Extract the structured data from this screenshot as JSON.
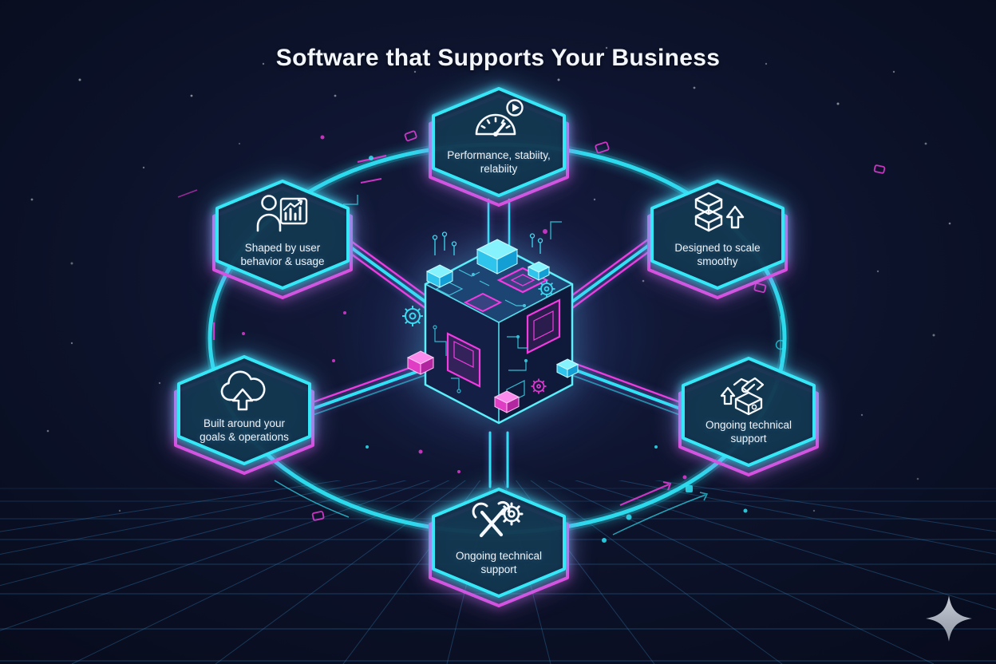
{
  "title": "Software that Supports Your Business",
  "colors": {
    "background": "#0a0f24",
    "neon_cyan": "#36e7f7",
    "neon_magenta": "#ee3cdd",
    "text": "#eef3fa"
  },
  "center": {
    "illustration": "isometric-circuit-cube"
  },
  "logo": {
    "icon": "sparkle-icon"
  },
  "nodes": [
    {
      "id": "performance",
      "icon": "speedometer-icon",
      "line1": "Performance, stabiity,",
      "line2": "relabiity"
    },
    {
      "id": "user-behavior",
      "icon": "user-analytics-icon",
      "line1": "Shaped by user",
      "line2": "behavior & usage"
    },
    {
      "id": "scalability",
      "icon": "stacked-boxes-icon",
      "line1": "Designed to scale",
      "line2": "smoothy"
    },
    {
      "id": "goals-operations",
      "icon": "cloud-upload-icon",
      "line1": "Built around your",
      "line2": "goals & operations"
    },
    {
      "id": "support-handshake",
      "icon": "handshake-box-icon",
      "line1": "Ongoing technical",
      "line2": "support"
    },
    {
      "id": "support-tools",
      "icon": "wrench-gear-icon",
      "line1": "Ongoing technical",
      "line2": "support"
    }
  ]
}
